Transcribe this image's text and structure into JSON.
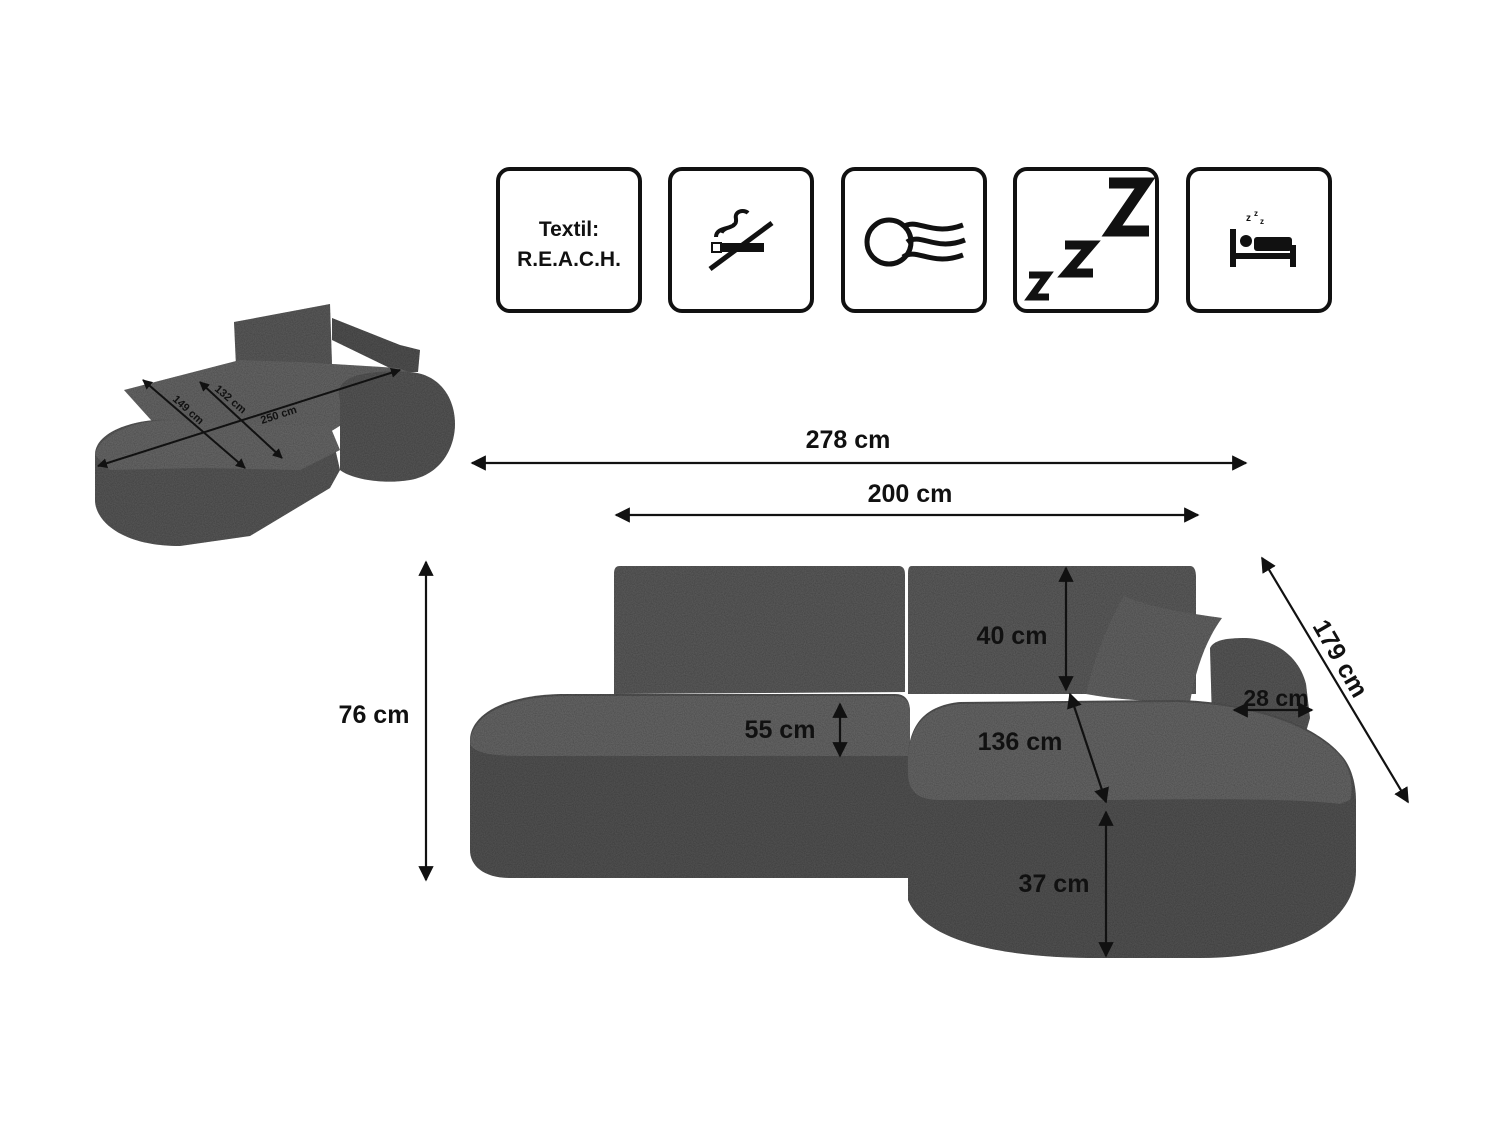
{
  "features": {
    "textil_label": "Textil:",
    "textil_standard": "R.E.A.C.H.",
    "icons": [
      "textile-reach-icon",
      "no-smoking-icon",
      "breathable-foam-icon",
      "sleep-zzz-icon",
      "bed-function-icon"
    ]
  },
  "dimensions": {
    "overall_width": "278 cm",
    "seat_width": "200 cm",
    "total_height": "76 cm",
    "back_cushion_height": "40 cm",
    "seat_height": "55 cm",
    "chaise_length": "136 cm",
    "armrest_width": "28 cm",
    "total_depth": "179 cm",
    "base_height": "37 cm"
  },
  "bed_dimensions": {
    "width_a": "132 cm",
    "width_b": "149 cm",
    "length": "250 cm"
  },
  "colors": {
    "fabric": "#5b5b5b",
    "fabric_dark": "#3f3f3f",
    "fabric_light": "#6b6b6b",
    "line": "#111111"
  }
}
